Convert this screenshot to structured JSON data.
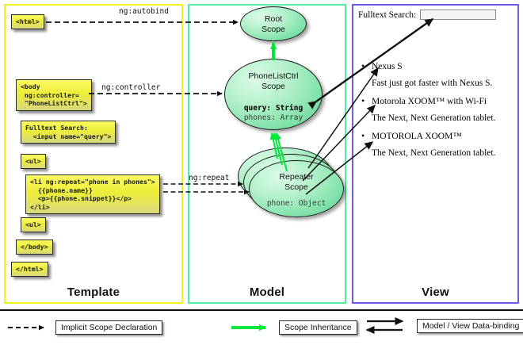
{
  "columns": [
    {
      "id": "template",
      "label": "Template",
      "color": "#f2f21e"
    },
    {
      "id": "model",
      "label": "Model",
      "color": "#4ff0a8"
    },
    {
      "id": "view",
      "label": "View",
      "color": "#6b5fe0"
    }
  ],
  "template": {
    "boxes": [
      {
        "name": "html-open",
        "code": "<html>"
      },
      {
        "name": "body-open",
        "code": "<body\n ng:controller=\n \"PhoneListCtrl\">"
      },
      {
        "name": "search",
        "code": "Fulltext Search:\n  <input name=\"query\">"
      },
      {
        "name": "ul-open",
        "code": "<ul>"
      },
      {
        "name": "li-repeat",
        "code": "<li ng:repeat=\"phone in phones\">\n  {{phone.name}}\n  <p>{{phone.snippet}}</p>\n</li>"
      },
      {
        "name": "ul-close",
        "code": "<ul>"
      },
      {
        "name": "body-close",
        "code": "</body>"
      },
      {
        "name": "html-close",
        "code": "</html>"
      }
    ]
  },
  "edges": {
    "autobind": "ng:autobind",
    "controller": "ng:controller",
    "repeat": "ng:repeat"
  },
  "model": {
    "root_scope": {
      "title_line1": "Root",
      "title_line2": "Scope"
    },
    "phonelist_scope": {
      "title_line1": "PhoneListCtrl",
      "title_line2": "Scope",
      "prop_bold": "query: String",
      "prop_plain": "phones: Array"
    },
    "repeater_scope": {
      "title_line1": "Repeater",
      "title_line2": "Scope",
      "prop_plain": "phone: Object"
    }
  },
  "view": {
    "search_label": "Fulltext Search:",
    "search_value": "",
    "search_placeholder": "",
    "items": [
      {
        "name": "Nexus S",
        "snippet": "Fast just got faster with Nexus S."
      },
      {
        "name": "Motorola XOOM™  with Wi-Fi",
        "snippet": "The Next, Next Generation tablet."
      },
      {
        "name": "MOTOROLA XOOM™",
        "snippet": "The Next, Next Generation tablet."
      }
    ]
  },
  "legend": {
    "implicit": "Implicit Scope Declaration",
    "inheritance": "Scope Inheritance",
    "databinding": "Model / View Data-binding"
  },
  "colors": {
    "template_border": "#f2f21e",
    "model_border": "#4ff0a8",
    "view_border": "#6b5fe0",
    "inheritance_arrow": "#00e83c",
    "box_fill": "#ededa0"
  }
}
